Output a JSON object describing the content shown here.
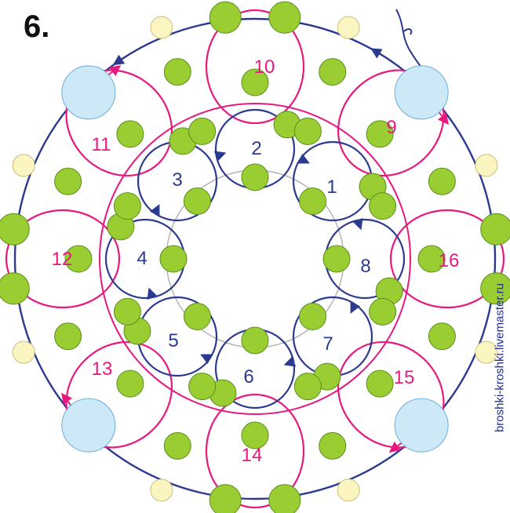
{
  "step_label": "6.",
  "watermark": "broshki-kroshki.livemaster.ru",
  "colors": {
    "green_bead": "#9acd32",
    "blue_bead": "#cde9f7",
    "yellow_bead": "#fbf5c2",
    "inner_thread": "#2b3a8f",
    "outer_thread": "#e6197f",
    "guide_circle": "#b3b3b3"
  },
  "inner_labels": [
    "1",
    "2",
    "3",
    "4",
    "5",
    "6",
    "7",
    "8"
  ],
  "outer_labels": [
    "9",
    "10",
    "11",
    "12",
    "13",
    "14",
    "15",
    "16"
  ]
}
